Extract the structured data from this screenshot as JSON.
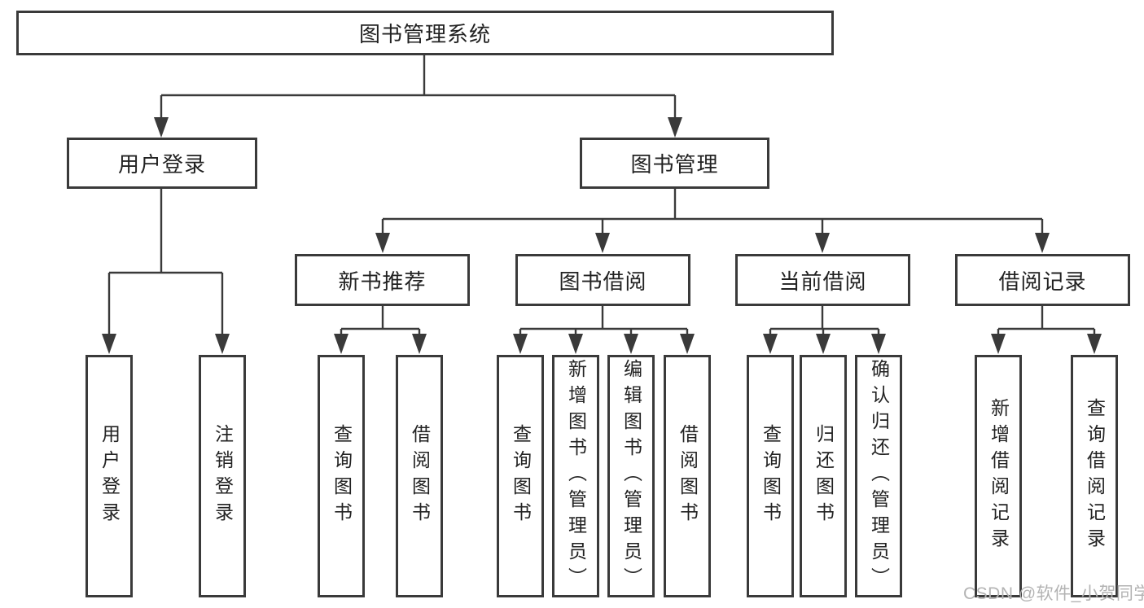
{
  "tree": {
    "root": {
      "label": "图书管理系统"
    },
    "branches": [
      {
        "label": "用户登录",
        "children": [
          {
            "label": "用户登录"
          },
          {
            "label": "注销登录"
          }
        ]
      },
      {
        "label": "图书管理",
        "children": [
          {
            "label": "新书推荐",
            "children": [
              {
                "label": "查询图书"
              },
              {
                "label": "借阅图书"
              }
            ]
          },
          {
            "label": "图书借阅",
            "children": [
              {
                "label": "查询图书"
              },
              {
                "label": "新增图书（管理员）"
              },
              {
                "label": "编辑图书（管理员）"
              },
              {
                "label": "借阅图书"
              }
            ]
          },
          {
            "label": "当前借阅",
            "children": [
              {
                "label": "查询图书"
              },
              {
                "label": "归还图书"
              },
              {
                "label": "确认归还（管理员）"
              }
            ]
          },
          {
            "label": "借阅记录",
            "children": [
              {
                "label": "新增借阅记录"
              },
              {
                "label": "查询借阅记录"
              }
            ]
          }
        ]
      }
    ]
  },
  "watermark": {
    "text": "CSDN @软件_小贺同学"
  },
  "colors": {
    "line": "#3a3a3a",
    "text": "#222222",
    "box_background": "#ffffff",
    "watermark": "#b3b3b3",
    "background": "#ffffff"
  }
}
